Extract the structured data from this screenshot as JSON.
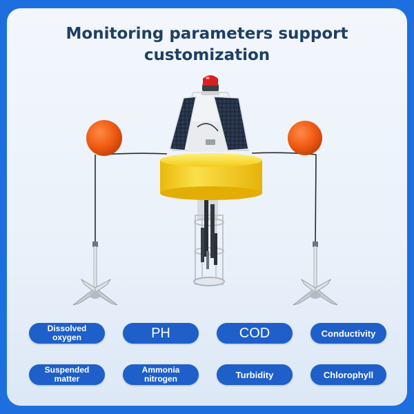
{
  "title_lines": [
    "Monitoring parameters support",
    "customization"
  ],
  "parameters": [
    {
      "label": "Dissolved oxygen",
      "line1": "Dissolved",
      "line2": "oxygen"
    },
    {
      "label": "PH"
    },
    {
      "label": "COD"
    },
    {
      "label": "Conductivity"
    },
    {
      "label": "Suspended matter",
      "line1": "Suspended",
      "line2": "matter"
    },
    {
      "label": "Ammonia nitrogen",
      "line1": "Ammonia",
      "line2": "nitrogen"
    },
    {
      "label": "Turbidity"
    },
    {
      "label": "Chlorophyll"
    }
  ],
  "colors": {
    "page_border": "#1d6fe0",
    "title": "#1f3f63",
    "pill": "#1e5fc9",
    "pill_text": "#ffffff",
    "float_ball": "#ef5a12",
    "buoy_body": "#f7d21e",
    "beacon": "#d8201e",
    "solar_panel": "#1d2636"
  }
}
